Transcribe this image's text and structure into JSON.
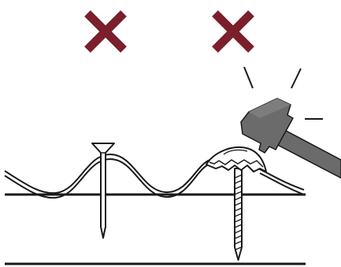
{
  "figure": {
    "panels": [
      {
        "id": "nail-through-crest",
        "mark": "x-mark",
        "status": "incorrect"
      },
      {
        "id": "screw-overtightened",
        "mark": "x-mark",
        "status": "incorrect"
      }
    ]
  },
  "colors": {
    "x_mark": "#7a1f2b",
    "line": "#1a1a1a",
    "hammer": "#6b6b6b",
    "background": "#ffffff"
  },
  "icons": [
    "x-mark-icon",
    "nail-icon",
    "screw-icon",
    "hammer-icon",
    "impact-lines-icon",
    "corrugated-sheet-icon",
    "washer-icon"
  ]
}
